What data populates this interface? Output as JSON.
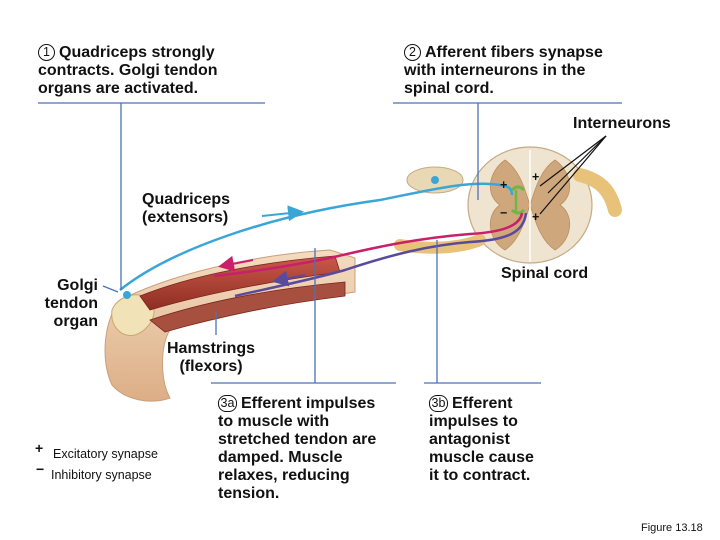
{
  "steps": {
    "s1": {
      "num": "1",
      "text": "Quadriceps strongly\ncontracts. Golgi tendon\norgans are activated."
    },
    "s2": {
      "num": "2",
      "text": "Afferent fibers synapse\nwith interneurons in the\nspinal cord."
    },
    "s3a": {
      "num": "3a",
      "text": "Efferent impulses\nto muscle with\nstretched tendon are\ndamped. Muscle\nrelaxes, reducing\ntension."
    },
    "s3b": {
      "num": "3b",
      "text": "Efferent\nimpulses to\nantagonist\nmuscle cause\nit to contract."
    }
  },
  "labels": {
    "interneurons": "Interneurons",
    "quadriceps": "Quadriceps\n(extensors)",
    "spinal_cord": "Spinal cord",
    "golgi": "Golgi\ntendon\norgan",
    "hamstrings": "Hamstrings\n(flexors)"
  },
  "legend": {
    "excitatory_symbol": "+",
    "excitatory": "Excitatory synapse",
    "inhibitory_symbol": "−",
    "inhibitory": "Inhibitory synapse"
  },
  "synapse_marks": {
    "plus": "+",
    "minus": "−"
  },
  "figure_label": "Figure 13.18",
  "colors": {
    "afferent": "#3aa6d8",
    "efferent_inhibited": "#c8206a",
    "efferent_antagonist": "#5a4a9c",
    "interneuron": "#6fb646",
    "leader": "#4a72b8",
    "muscle": "#b44536",
    "gray_matter": "#cfa77c",
    "white_matter": "#efe4cf",
    "skin": "#e8c49e",
    "tendon": "#f1e2b8"
  }
}
